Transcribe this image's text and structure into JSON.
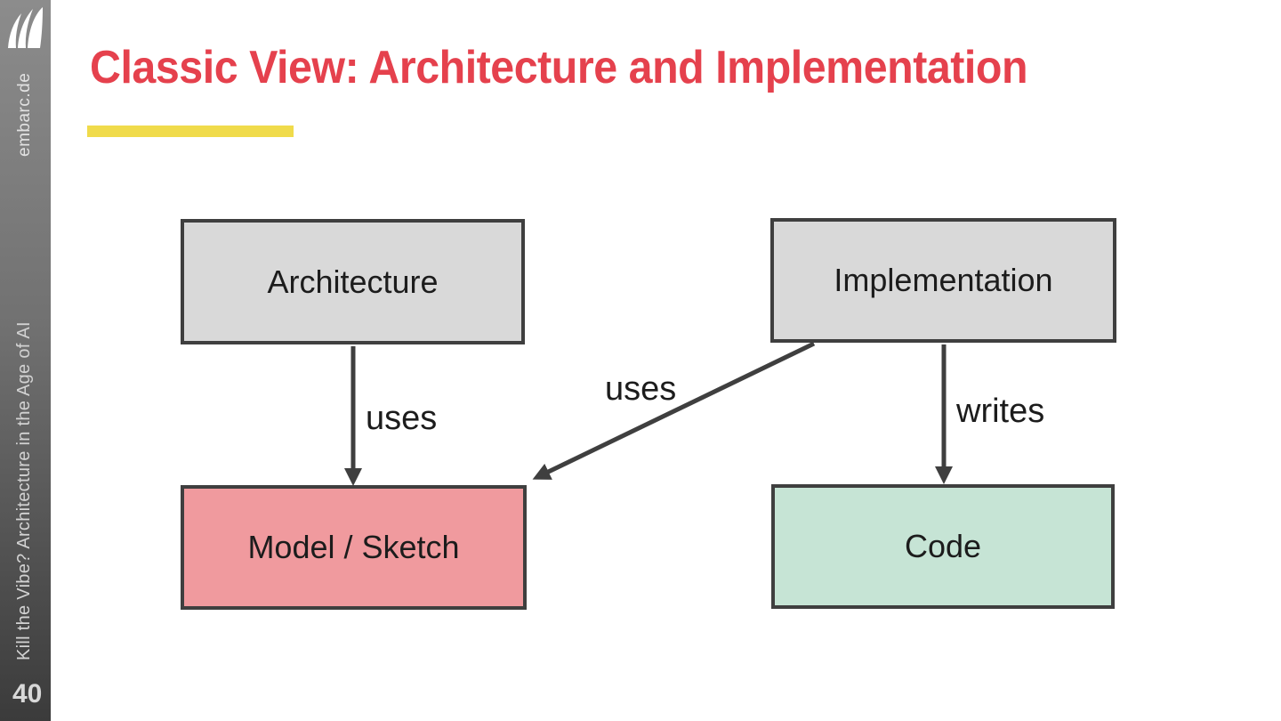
{
  "slide": {
    "title": "Classic View: Architecture and Implementation",
    "title_color": "#e5414d",
    "accent_bar_color": "#f0db4b",
    "background_color": "#ffffff"
  },
  "sidebar": {
    "logo_icon": "embarc-sails-logo",
    "brand": "embarc.de",
    "deck_title": "Kill the Vibe? Architecture in the Age of AI",
    "page_number": "40"
  },
  "diagram": {
    "stroke_color": "#3f3f3f",
    "nodes": [
      {
        "id": "architecture",
        "label": "Architecture",
        "fill": "#d9d9d9"
      },
      {
        "id": "implementation",
        "label": "Implementation",
        "fill": "#d9d9d9"
      },
      {
        "id": "model-sketch",
        "label": "Model / Sketch",
        "fill": "#f09a9e"
      },
      {
        "id": "code",
        "label": "Code",
        "fill": "#c6e4d5"
      }
    ],
    "edges": [
      {
        "from": "architecture",
        "to": "model-sketch",
        "label": "uses"
      },
      {
        "from": "implementation",
        "to": "model-sketch",
        "label": "uses"
      },
      {
        "from": "implementation",
        "to": "code",
        "label": "writes"
      }
    ]
  }
}
